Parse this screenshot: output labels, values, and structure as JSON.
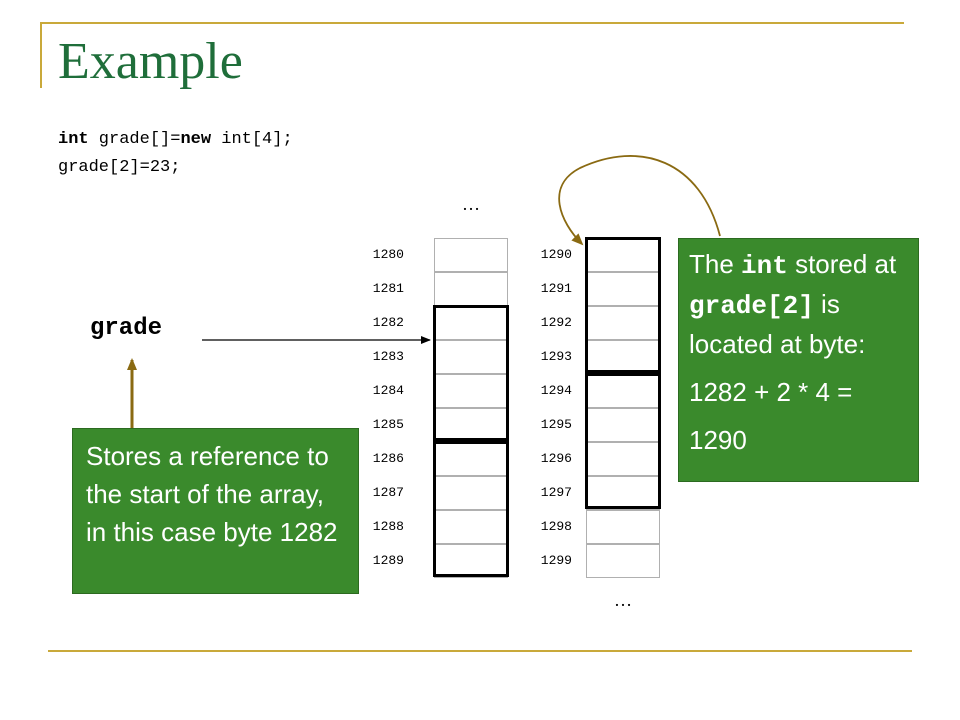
{
  "title": "Example",
  "code": {
    "line1_kw1": "int",
    "line1_mid": " grade[]=",
    "line1_kw2": "new",
    "line1_end": " int[4];",
    "line2": "grade[2]=23;"
  },
  "ellipsis_top": "…",
  "ellipsis_bottom": "…",
  "memory": {
    "left_column": [
      "1280",
      "1281",
      "1282",
      "1283",
      "1284",
      "1285",
      "1286",
      "1287",
      "1288",
      "1289"
    ],
    "right_column": [
      "1290",
      "1291",
      "1292",
      "1293",
      "1294",
      "1295",
      "1296",
      "1297",
      "1298",
      "1299"
    ]
  },
  "variable_label": "grade",
  "left_note": "Stores a reference to the start of the array, in this case byte 1282",
  "right_note": {
    "part1": "The ",
    "code1": "int",
    "part2": " stored at ",
    "code2": "grade[2]",
    "part3": " is located at byte:",
    "formula": "1282 + 2 * 4 =",
    "result": "1290"
  },
  "colors": {
    "title": "#1f6e3a",
    "rule": "#c9a93a",
    "note_bg": "#3a8a2c",
    "arrow": "#8a6a12"
  }
}
